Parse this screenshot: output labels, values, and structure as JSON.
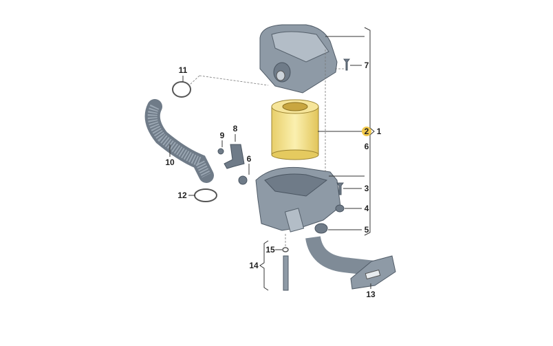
{
  "diagram": {
    "highlight_color": "#f2c94c",
    "labels": {
      "p1": "1",
      "p2": "2",
      "p3": "3",
      "p4": "4",
      "p5": "5",
      "p6_right": "6",
      "p6_left": "6",
      "p7": "7",
      "p8": "8",
      "p9": "9",
      "p10": "10",
      "p11": "11",
      "p12": "12",
      "p13": "13",
      "p14": "14",
      "p15": "15"
    }
  }
}
